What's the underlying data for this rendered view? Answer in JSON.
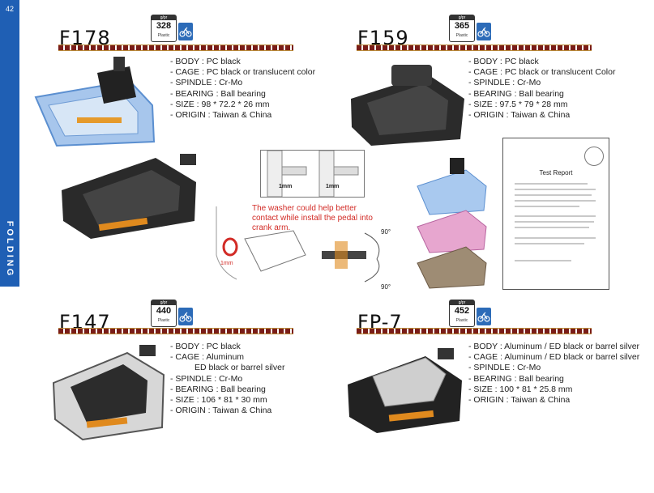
{
  "page": {
    "number": "42",
    "section": "FOLDING"
  },
  "products": [
    {
      "model": "F178",
      "weight": "328",
      "weight_unit": "g/pr",
      "material": "Plastic",
      "icon": "bicycle-icon",
      "specs": [
        "- BODY :  PC black",
        "- CAGE :  PC black or translucent color",
        "- SPINDLE :  Cr-Mo",
        "- BEARING :  Ball bearing",
        "- SIZE :  98 * 72.2 * 26 mm",
        "- ORIGIN :  Taiwan & China"
      ]
    },
    {
      "model": "F159",
      "weight": "365",
      "weight_unit": "g/pr",
      "material": "Plastic",
      "icon": "bicycle-icon",
      "specs": [
        "- BODY :  PC black",
        "- CAGE :  PC black or translucent Color",
        "- SPINDLE :  Cr-Mo",
        "- BEARING :  Ball bearing",
        "- SIZE :  97.5 * 79 * 28 mm",
        "- ORIGIN :  Taiwan & China"
      ]
    },
    {
      "model": "F147",
      "weight": "440",
      "weight_unit": "g/pr",
      "material": "Plastic",
      "icon": "bicycle-icon",
      "specs": [
        "- BODY :  PC black",
        "- CAGE :  Aluminum",
        "                  ED black or barrel silver",
        "- SPINDLE :  Cr-Mo",
        "- BEARING :  Ball bearing",
        "- SIZE :  106 * 81 * 30 mm",
        "- ORIGIN :  Taiwan & China"
      ]
    },
    {
      "model": "FP-7",
      "weight": "452",
      "weight_unit": "g/pr",
      "material": "Plastic",
      "icon": "bicycle-icon",
      "specs": [
        "- BODY :  Aluminum / ED black or barrel silver",
        "- CAGE :  Aluminum / ED black or barrel silver",
        "- SPINDLE :  Cr-Mo",
        "- BEARING :  Ball bearing",
        "- SIZE :  100 * 81 * 25.8 mm",
        "- ORIGIN :  Taiwan & China"
      ]
    }
  ],
  "diagram": {
    "note": "The washer could help better contact while install the pedal into crank arm.",
    "dim_left": "1mm",
    "dim_right": "1mm",
    "dim_washer": "1mm",
    "angle_top": "90°",
    "angle_bottom": "90°"
  },
  "report": {
    "title": "Test      Report"
  }
}
